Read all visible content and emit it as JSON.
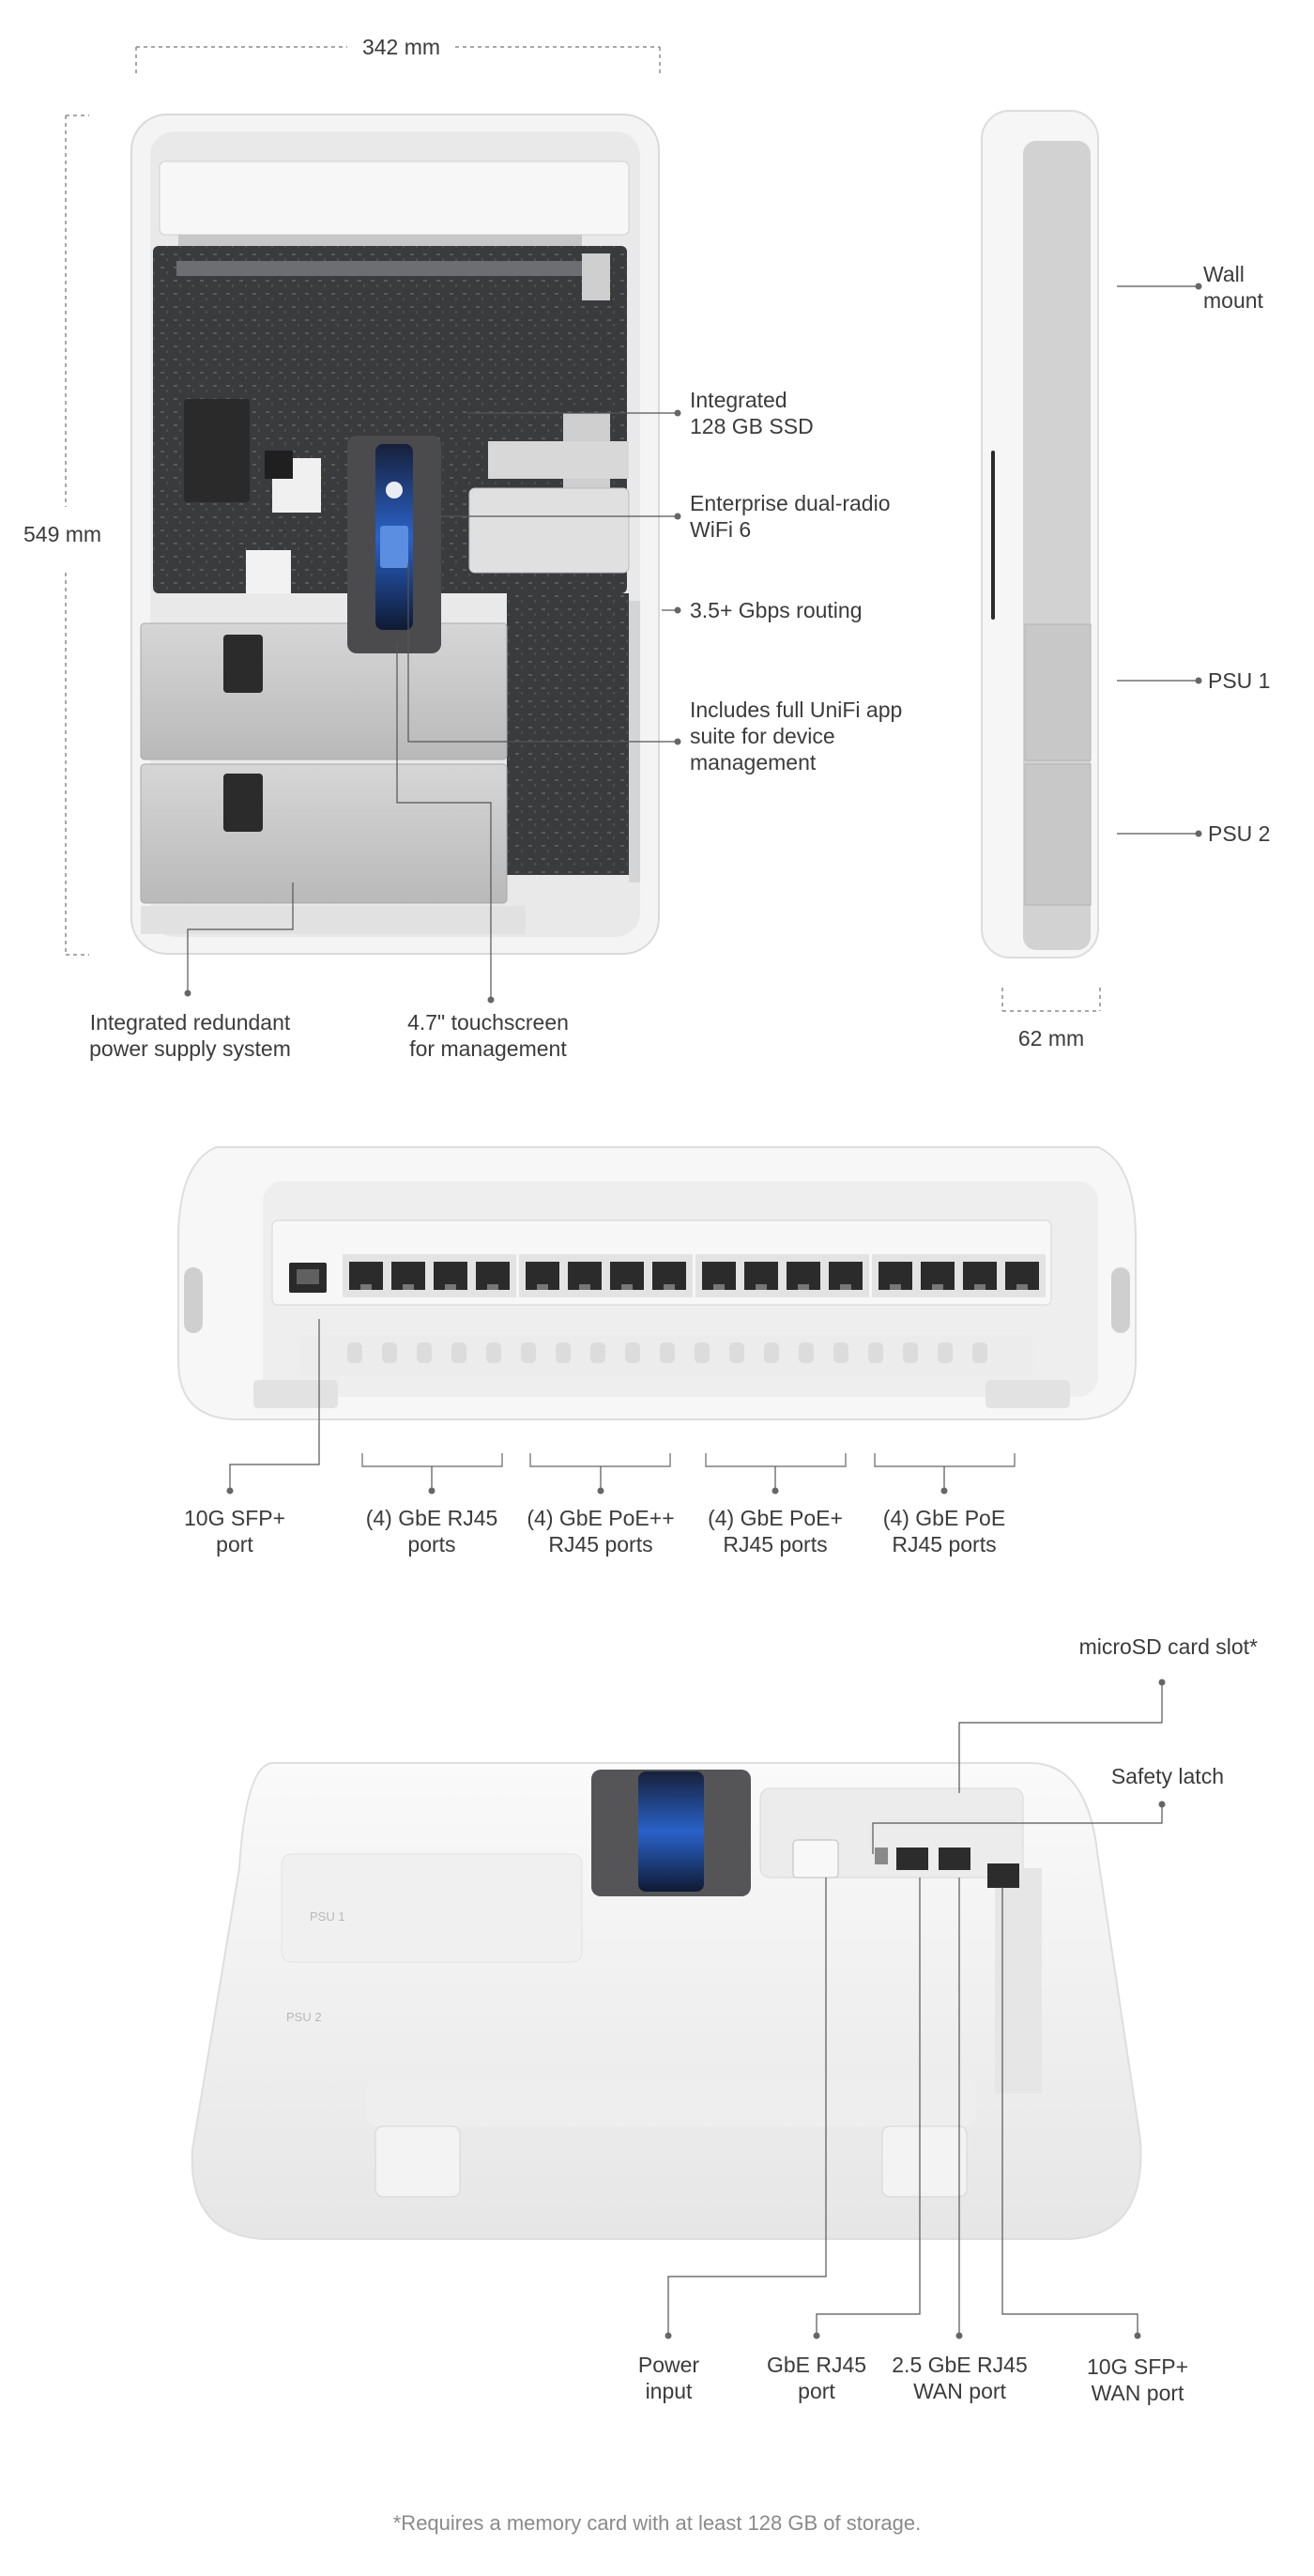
{
  "dimensions": {
    "width": "342 mm",
    "height": "549 mm",
    "depth": "62 mm"
  },
  "front_view": {
    "callouts": {
      "ssd": [
        "Integrated",
        "128 GB SSD"
      ],
      "wifi": [
        "Enterprise dual-radio",
        "WiFi 6"
      ],
      "routing": [
        "3.5+ Gbps routing"
      ],
      "app": [
        "Includes full UniFi app",
        "suite for device",
        "management"
      ],
      "psu_system": [
        "Integrated redundant",
        "power supply system"
      ],
      "touchscreen": [
        "4.7\" touchscreen",
        "for management"
      ]
    }
  },
  "side_view": {
    "callouts": {
      "wall_mount": [
        "Wall",
        "mount"
      ],
      "psu1": [
        "PSU 1"
      ],
      "psu2": [
        "PSU 2"
      ]
    }
  },
  "ports_view": {
    "callouts": [
      [
        "10G SFP+",
        "port"
      ],
      [
        "(4) GbE RJ45",
        "ports"
      ],
      [
        "(4) GbE PoE++",
        "RJ45 ports"
      ],
      [
        "(4) GbE PoE+",
        "RJ45 ports"
      ],
      [
        "(4) GbE PoE",
        "RJ45 ports"
      ]
    ]
  },
  "bottom_view": {
    "printed_labels": [
      "PSU 1",
      "PSU 2"
    ],
    "callouts": {
      "microsd": [
        "microSD card slot*"
      ],
      "latch": [
        "Safety latch"
      ],
      "power": [
        "Power",
        "input"
      ],
      "gbe": [
        "GbE RJ45",
        "port"
      ],
      "wan25": [
        "2.5 GbE RJ45",
        "WAN port"
      ],
      "sfp_wan": [
        "10G SFP+",
        "WAN port"
      ]
    }
  },
  "footnote": "*Requires a memory card with at least 128 GB of storage.",
  "colors": {
    "text": "#3b3b3b",
    "dimension_line": "#8c8c8c",
    "leader_line": "#555555",
    "pcb": "#3a3b3d",
    "enclosure": "#f4f4f4",
    "psu": "#c9c9c9",
    "screen_blue": "#2a62c9"
  }
}
